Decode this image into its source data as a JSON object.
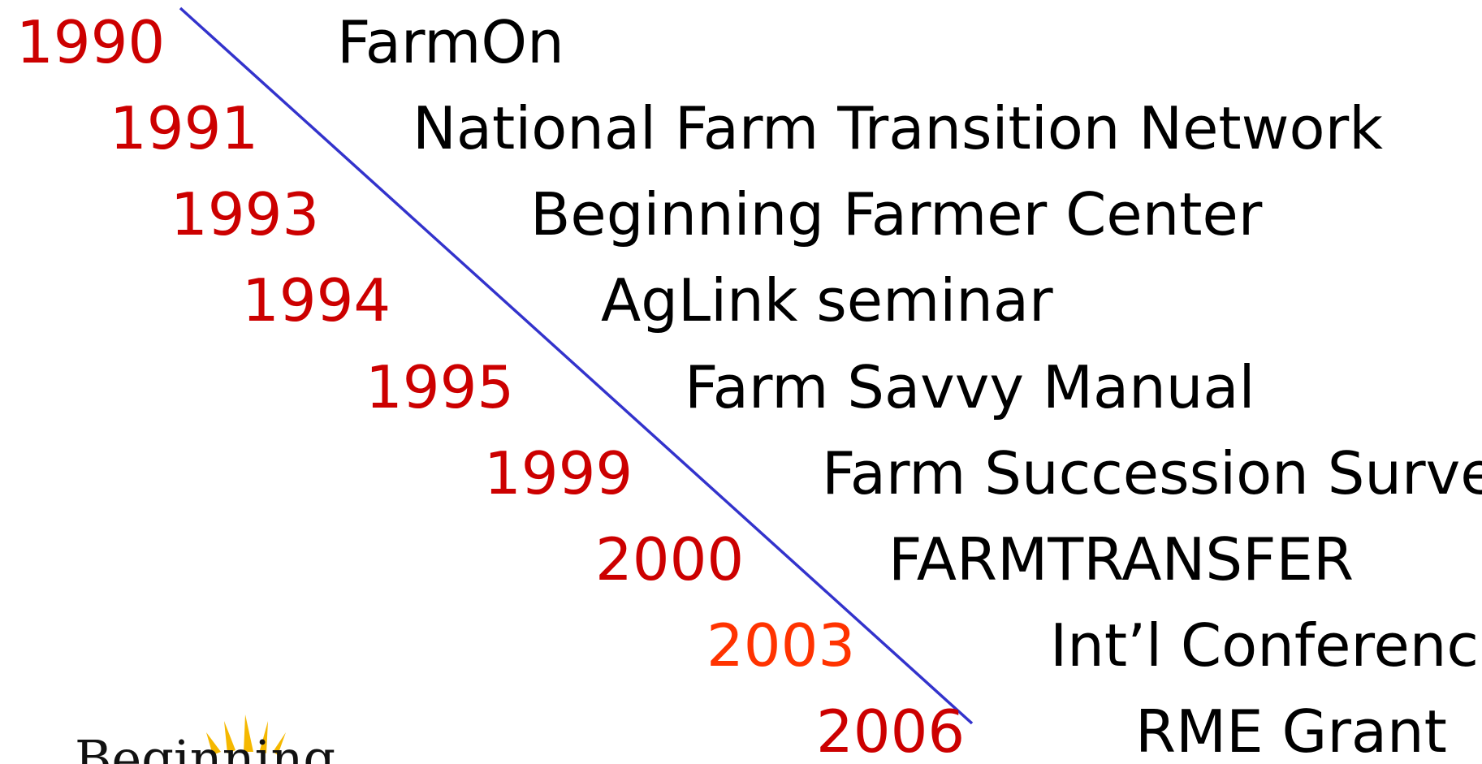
{
  "timeline": {
    "line_color": "#3333cc",
    "events": [
      {
        "year": "1990",
        "label": "FarmOn",
        "year_color": "#cc0000"
      },
      {
        "year": "1991",
        "label": "National Farm Transition Network",
        "year_color": "#cc0000"
      },
      {
        "year": "1993",
        "label": "Beginning Farmer Center",
        "year_color": "#cc0000"
      },
      {
        "year": "1994",
        "label": "AgLink seminar",
        "year_color": "#cc0000"
      },
      {
        "year": "1995",
        "label": "Farm Savvy Manual",
        "year_color": "#cc0000"
      },
      {
        "year": "1999",
        "label": "Farm Succession Survey",
        "year_color": "#cc0000"
      },
      {
        "year": "2000",
        "label": "FARMTRANSFER",
        "year_color": "#cc0000"
      },
      {
        "year": "2003",
        "label": "Int’l Conference",
        "year_color": "#ff3300"
      },
      {
        "year": "2006",
        "label": "RME Grant",
        "year_color": "#cc0000"
      }
    ]
  },
  "logo": {
    "text": "Beginning",
    "sun_color": "#f5b800"
  }
}
